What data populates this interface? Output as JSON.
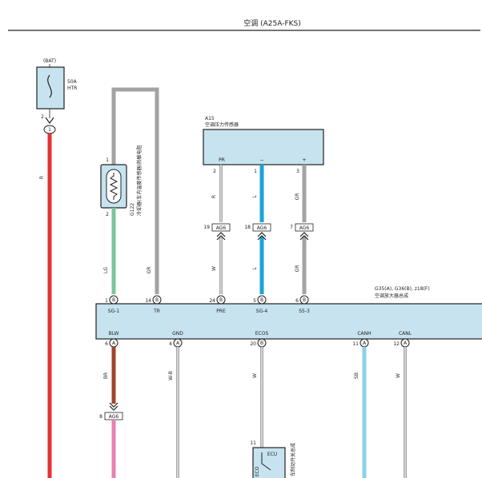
{
  "header": {
    "title": "空调 (A25A-FKS)"
  },
  "fuse": {
    "source": "(BAT)",
    "rating": "50A",
    "name": "HTR",
    "pin_top": "2",
    "terminal": "1"
  },
  "thermistor": {
    "code": "G122",
    "name": "冷却器(车内温度传感器)热敏电阻",
    "pin_top": "1",
    "pin_bottom": "2"
  },
  "pressure_sensor": {
    "code": "A15",
    "name": "空调压力传感器",
    "pins": [
      {
        "label": "PR",
        "num": "2",
        "wire_top": "R",
        "conn_pin": "19",
        "conn": "AG6",
        "wire_bot": "W",
        "amp_pin": "24",
        "amp_conn": "B",
        "amp_label": "PRE"
      },
      {
        "label": "−",
        "num": "1",
        "wire_top": "L",
        "conn_pin": "18",
        "conn": "AG6",
        "wire_bot": "L",
        "amp_pin": "5",
        "amp_conn": "B",
        "amp_label": "SG-4"
      },
      {
        "label": "+",
        "num": "3",
        "wire_top": "GR",
        "conn_pin": "7",
        "conn": "AG6",
        "wire_bot": "GR",
        "amp_pin": "6",
        "amp_conn": "B",
        "amp_label": "S5-3"
      }
    ]
  },
  "amplifier": {
    "codes": "G35(A), G36(B), z18(F)",
    "name": "空调放大器总成",
    "top_pins": [
      {
        "num": "1",
        "conn": "B",
        "label": "SG-1",
        "wire": "LG"
      },
      {
        "num": "14",
        "conn": "B",
        "label": "TR",
        "wire": "GR"
      }
    ],
    "bottom_pins": [
      {
        "num": "6",
        "conn": "A",
        "label": "BLW",
        "wire": "BR"
      },
      {
        "num": "4",
        "conn": "A",
        "label": "GND",
        "wire": "W-B"
      },
      {
        "num": "20",
        "conn": "B",
        "label": "ECOS",
        "wire": "W"
      },
      {
        "num": "11",
        "conn": "A",
        "label": "CANH",
        "wire": "SB"
      },
      {
        "num": "12",
        "conn": "A",
        "label": "CANL",
        "wire": "W"
      }
    ]
  },
  "left_wire": {
    "color": "R"
  },
  "blower_conn": {
    "num": "8",
    "conn": "AG6"
  },
  "eco_switch": {
    "pin": "11",
    "label_a": "ECU",
    "label_b": "ECO",
    "name": "车制动开关总成"
  },
  "colors": {
    "red": "#e63232",
    "gray": "#a3a3a3",
    "green": "#7dc49a",
    "blue": "#1aa3d9",
    "lightblue": "#8fd0ea",
    "brown": "#a0452c",
    "pink": "#e880b3",
    "box": "#c6e3ef"
  }
}
